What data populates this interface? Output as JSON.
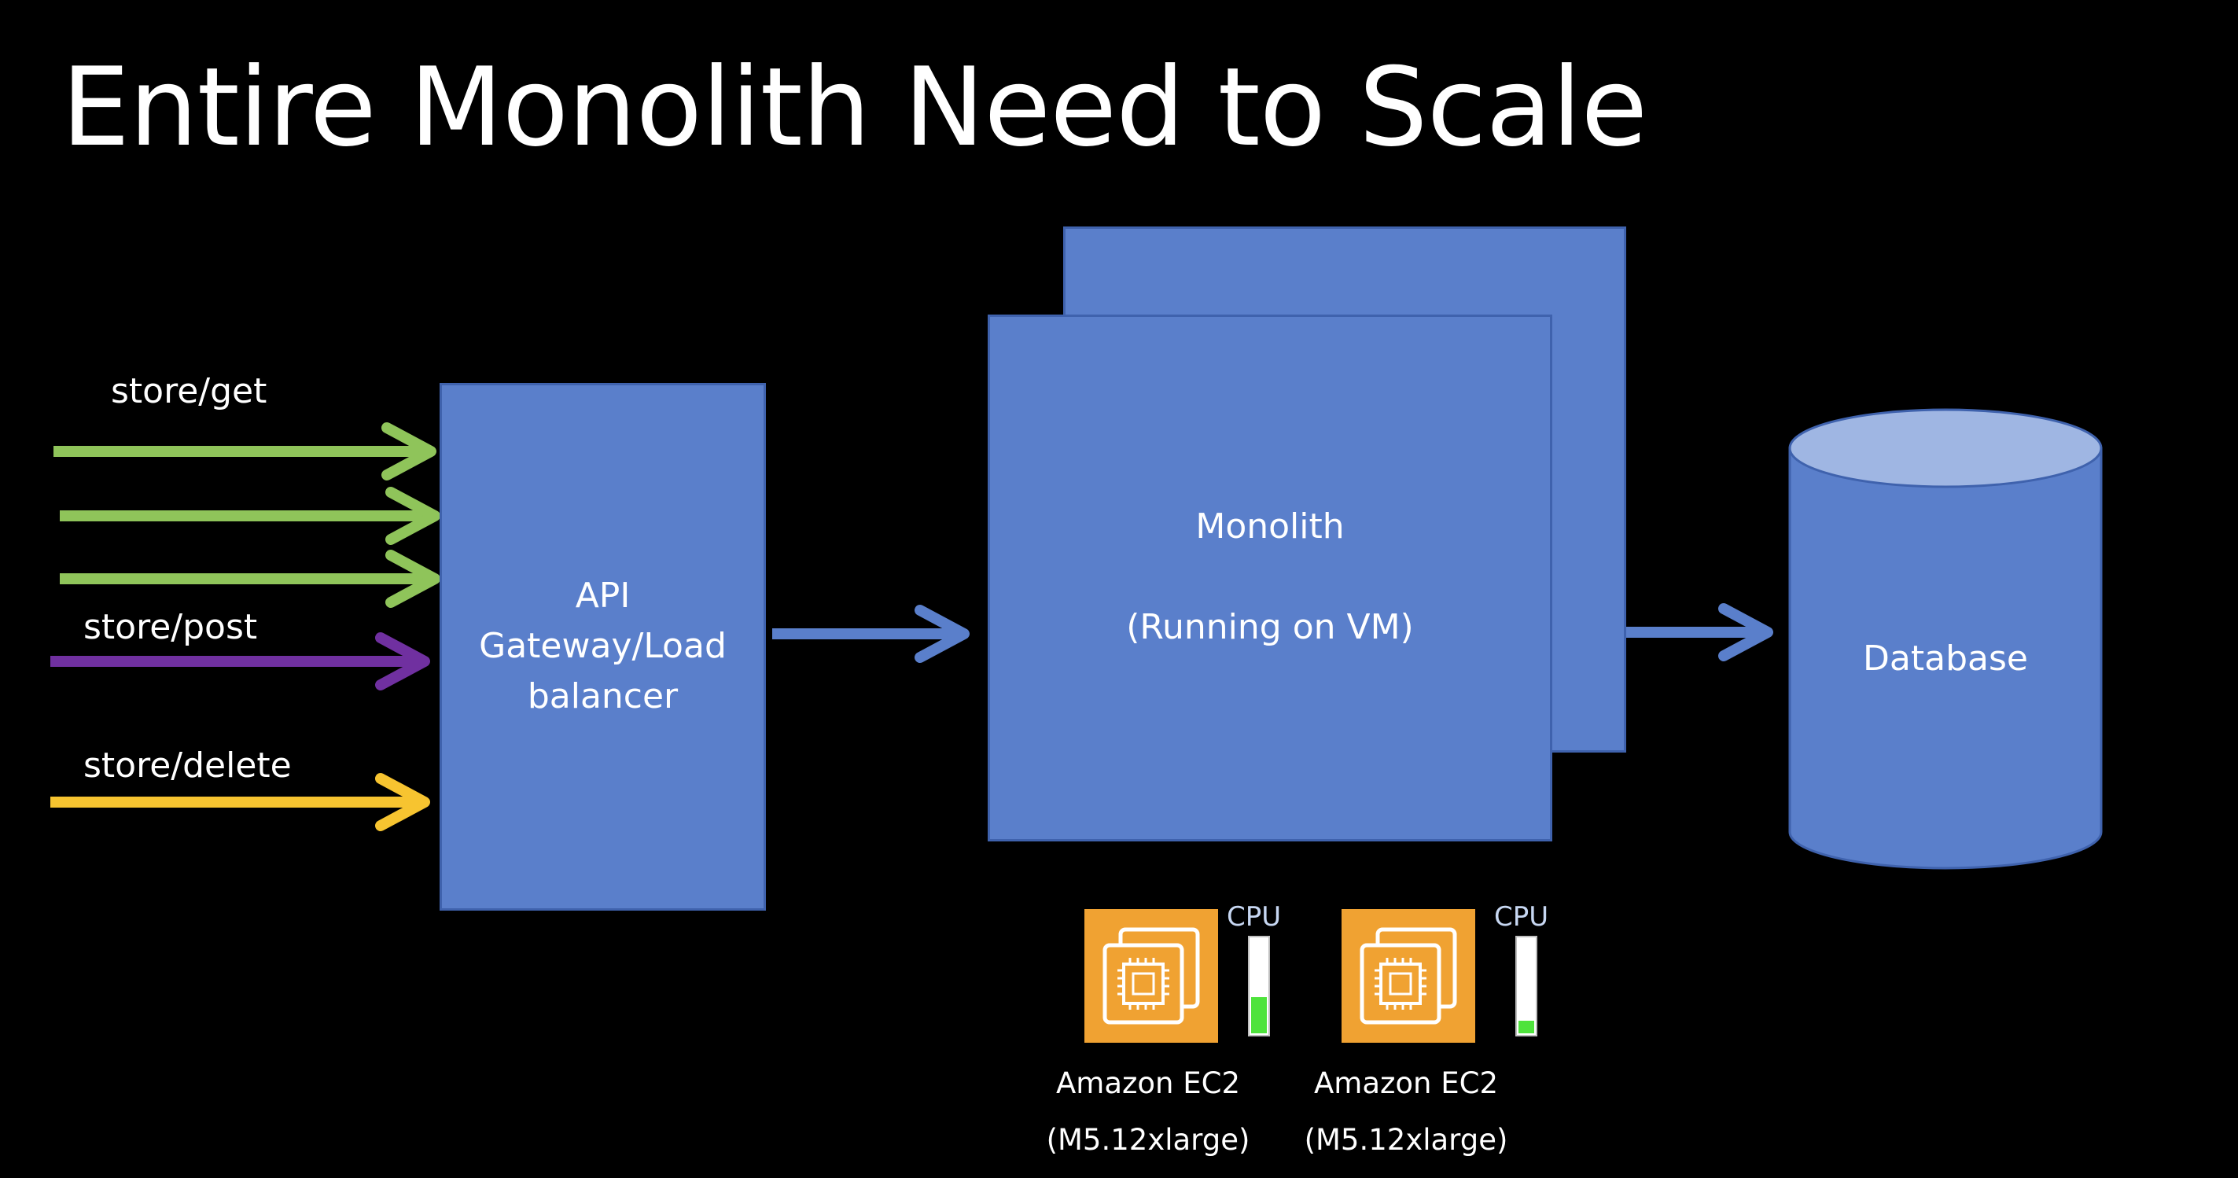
{
  "title": "Entire Monolith Need to Scale",
  "routes": [
    {
      "label": "store/get",
      "color": "#8fc45a"
    },
    {
      "label": "",
      "color": "#8fc45a"
    },
    {
      "label": "",
      "color": "#8fc45a"
    },
    {
      "label": "store/post",
      "color": "#7030a0"
    },
    {
      "label": "store/delete",
      "color": "#f7c430"
    }
  ],
  "gateway": {
    "line1": "API",
    "line2": "Gateway/Load",
    "line3": "balancer"
  },
  "monolith": {
    "line1": "Monolith",
    "line2": "(Running on VM)"
  },
  "database": {
    "label": "Database"
  },
  "instances": [
    {
      "name": "Amazon EC2",
      "type": "(M5.12xlarge)",
      "cpu_label": "CPU",
      "cpu_level": 0.38,
      "icon": "ec2-chip-icon"
    },
    {
      "name": "Amazon EC2",
      "type": "(M5.12xlarge)",
      "cpu_label": "CPU",
      "cpu_level": 0.13,
      "icon": "ec2-chip-icon"
    }
  ],
  "colors": {
    "box_fill": "#5a7fcb",
    "box_border": "#3f62ad",
    "arrow_blue": "#5a7fcb",
    "db_top": "#9fb6e3",
    "ec2_orange": "#f0a232",
    "cpu_green": "#4ee33c"
  }
}
